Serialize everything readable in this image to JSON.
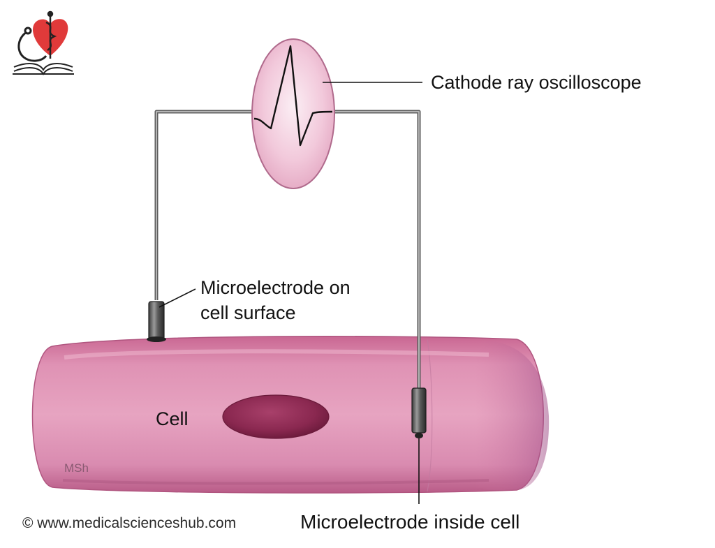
{
  "labels": {
    "oscilloscope": "Cathode ray oscilloscope",
    "surface_electrode_line1": "Microelectrode on",
    "surface_electrode_line2": "cell surface",
    "cell": "Cell",
    "inside_electrode": "Microelectrode inside cell"
  },
  "footer": {
    "copyright": "© www.medicalscienceshub.com"
  },
  "artist_signature": "MSh",
  "logo": {
    "icons": [
      "heart-icon",
      "stethoscope-icon",
      "caduceus-icon",
      "open-book-icon"
    ]
  },
  "colors": {
    "cell": "#d983a8",
    "nucleus": "#8e2b52",
    "oscilloscope_screen": "#efc3d6",
    "wire": "#7d7d7d",
    "logo_heart": "#e03a3a"
  }
}
